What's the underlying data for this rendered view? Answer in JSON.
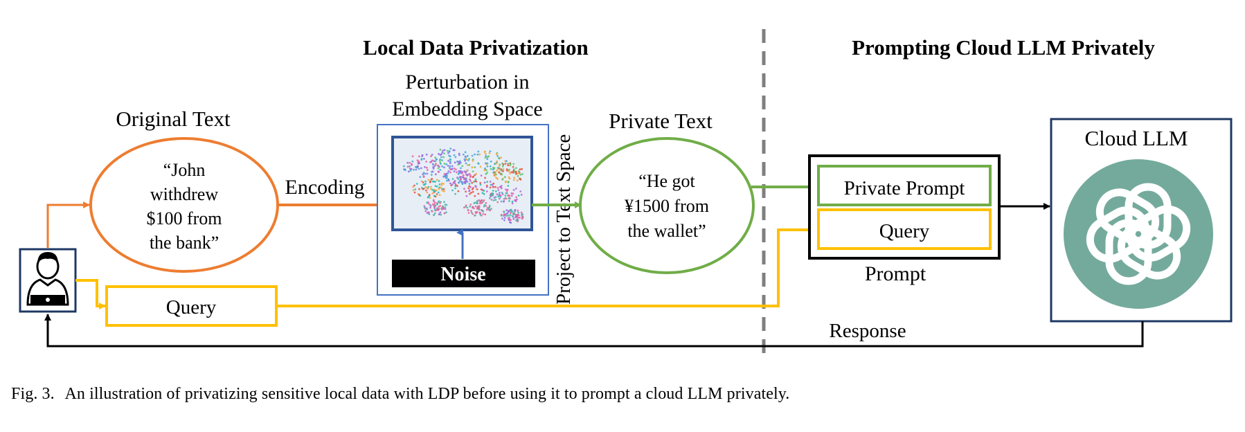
{
  "sections": {
    "left_title": "Local Data Privatization",
    "right_title": "Prompting Cloud LLM Privately"
  },
  "original_text": {
    "title": "Original Text",
    "lines": [
      "“John",
      "withdrew",
      "$100 from",
      "the bank”"
    ]
  },
  "encoding_label": "Encoding",
  "perturbation": {
    "title_lines": [
      "Perturbation in",
      "Embedding Space"
    ],
    "noise_label": "Noise"
  },
  "project_label": "Project to Text Space",
  "private_text": {
    "title": "Private Text",
    "lines": [
      "“He got",
      "¥1500 from",
      "the wallet”"
    ]
  },
  "query_label": "Query",
  "prompt_box": {
    "private_prompt": "Private Prompt",
    "query": "Query",
    "label": "Prompt"
  },
  "cloud": {
    "label": "Cloud LLM",
    "icon": "openai-logo-icon"
  },
  "response_label": "Response",
  "caption": {
    "fig": "Fig. 3.",
    "text": "An illustration of privatizing sensitive local data with LDP before using it to prompt a cloud LLM privately."
  },
  "colors": {
    "orange": "#ED7D31",
    "green": "#70AD47",
    "yellow": "#FFC000",
    "blue": "#4472C4",
    "navy": "#1F3864",
    "teal": "#74AA9C",
    "gray": "#7F7F7F"
  }
}
